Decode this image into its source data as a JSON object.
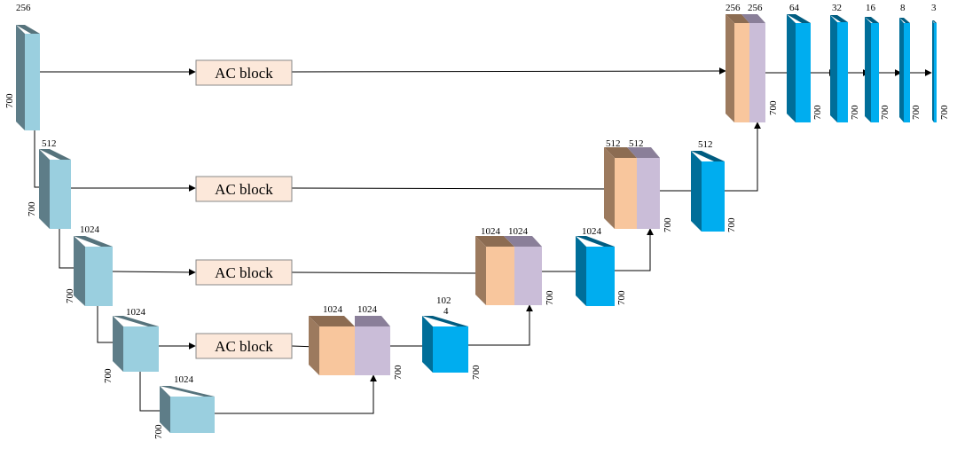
{
  "colors": {
    "enc_front": "#9ACFDF",
    "enc_side": "#5E7D88",
    "enc_top": "#56737C",
    "dec_front": "#00ADEF",
    "dec_side": "#006E99",
    "dec_top": "#005C80",
    "peach_front": "#F8C69D",
    "peach_side": "#9C7A5E",
    "peach_top": "#8C6C52",
    "lav_front": "#CABDD8",
    "lav_top": "#8A7F99",
    "ac_fill": "#FCE8DA",
    "ac_stroke": "#888888"
  },
  "ac_block_label": "AC block",
  "encoder": [
    {
      "channels": "256",
      "size": "700"
    },
    {
      "channels": "512",
      "size": "700"
    },
    {
      "channels": "1024",
      "size": "700"
    },
    {
      "channels": "1024",
      "size": "700"
    },
    {
      "channels": "1024",
      "size": "700"
    }
  ],
  "concat": [
    {
      "left": "1024",
      "right": "1024",
      "size": "700"
    },
    {
      "left": "1024",
      "right": "1024",
      "size": "700"
    },
    {
      "left": "512",
      "right": "512",
      "size": "700"
    },
    {
      "left": "256",
      "right": "256",
      "size": "700"
    }
  ],
  "decoder": [
    {
      "channels_line1": "102",
      "channels_line2": "4",
      "size": "700"
    },
    {
      "channels": "1024",
      "size": "700"
    },
    {
      "channels": "512",
      "size": "700"
    }
  ],
  "head": [
    {
      "channels": "64",
      "size": "700"
    },
    {
      "channels": "32",
      "size": "700"
    },
    {
      "channels": "16",
      "size": "700"
    },
    {
      "channels": "8",
      "size": "700"
    },
    {
      "channels": "3",
      "size": "700"
    }
  ]
}
